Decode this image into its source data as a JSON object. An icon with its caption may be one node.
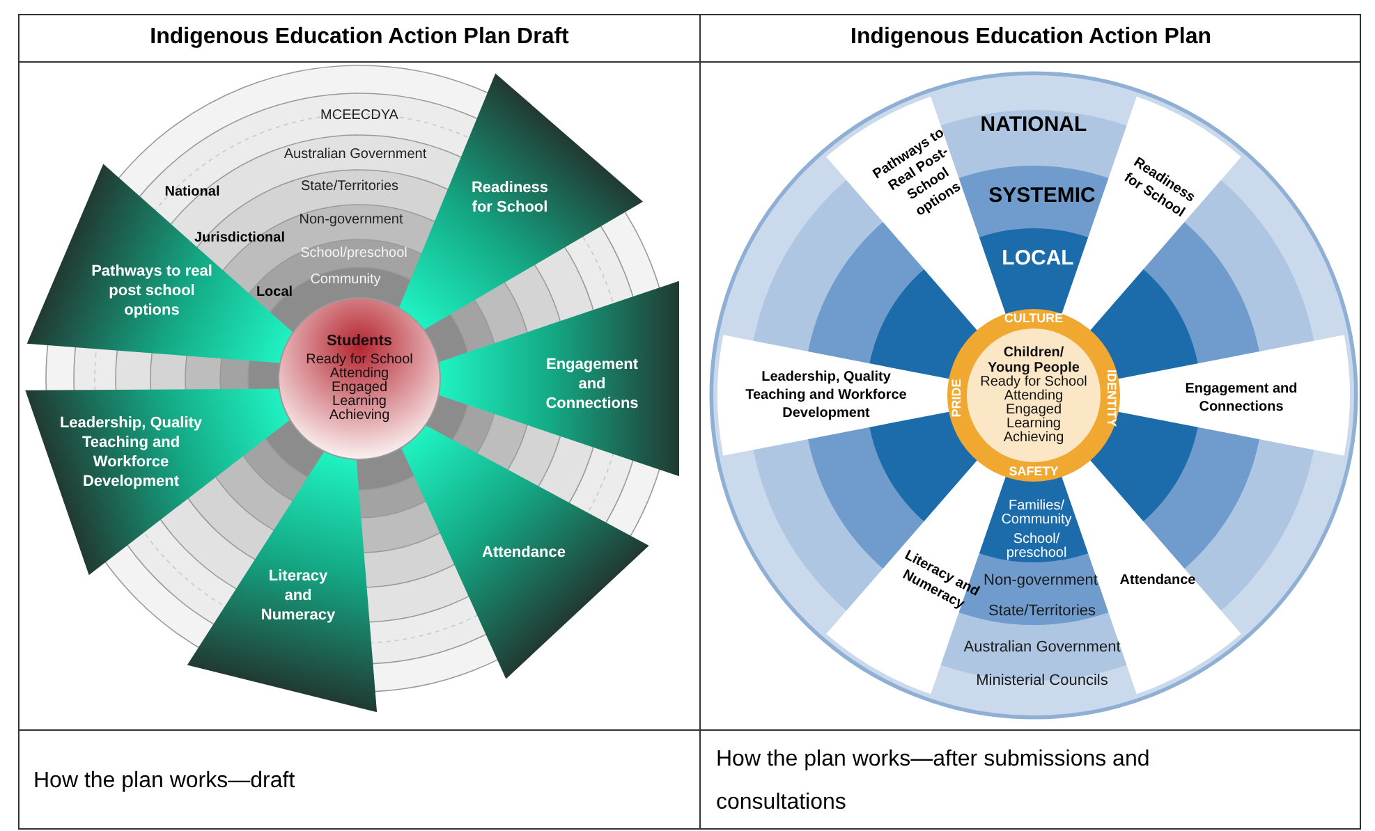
{
  "diagram": {
    "nodes": [
      {
        "text": [
          "Students",
          "Ready for School",
          "Attending",
          "Engaged",
          "Learning",
          "Achieving"
        ]
      },
      {
        "text": [
          "Readiness for School"
        ]
      },
      {
        "text": [
          "Engagement and Connections"
        ]
      },
      {
        "text": [
          "Attendance"
        ]
      },
      {
        "text": [
          "Literacy and Numeracy"
        ]
      },
      {
        "text": [
          "Leadership, Quality Teaching and Workforce Development"
        ]
      },
      {
        "text": [
          "Pathways to real post school options"
        ]
      },
      {
        "text": [
          "Children/ Young People",
          "Ready for School",
          "Attending",
          "Engaged",
          "Learning",
          "Achieving"
        ]
      },
      {
        "text": [
          "Pathways to Real Post-School options"
        ]
      },
      {
        "text": [
          "Readiness for School"
        ]
      },
      {
        "text": [
          "Engagement and Connections"
        ]
      },
      {
        "text": [
          "Attendance"
        ]
      },
      {
        "text": [
          "Literacy and Numeracy"
        ]
      },
      {
        "text": [
          "Leadership, Quality Teaching and Workforce Development"
        ]
      }
    ],
    "labels": [
      "Indigenous Education Action Plan Draft",
      "Indigenous Education Action Plan",
      "MCEECDYA",
      "Australian Government",
      "National",
      "State/Territories",
      "Non-government",
      "Jurisdictional",
      "School/preschool",
      "Community",
      "Local",
      "NATIONAL",
      "SYSTEMIC",
      "LOCAL",
      "CULTURE",
      "PRIDE",
      "IDENTITY",
      "SAFETY",
      "Families/ Community",
      "School/ preschool",
      "Non-government",
      "State/Territories",
      "Australian Government",
      "Ministerial Councils",
      "How the plan works—draft",
      "How the plan works—after submissions and consultations"
    ]
  }
}
